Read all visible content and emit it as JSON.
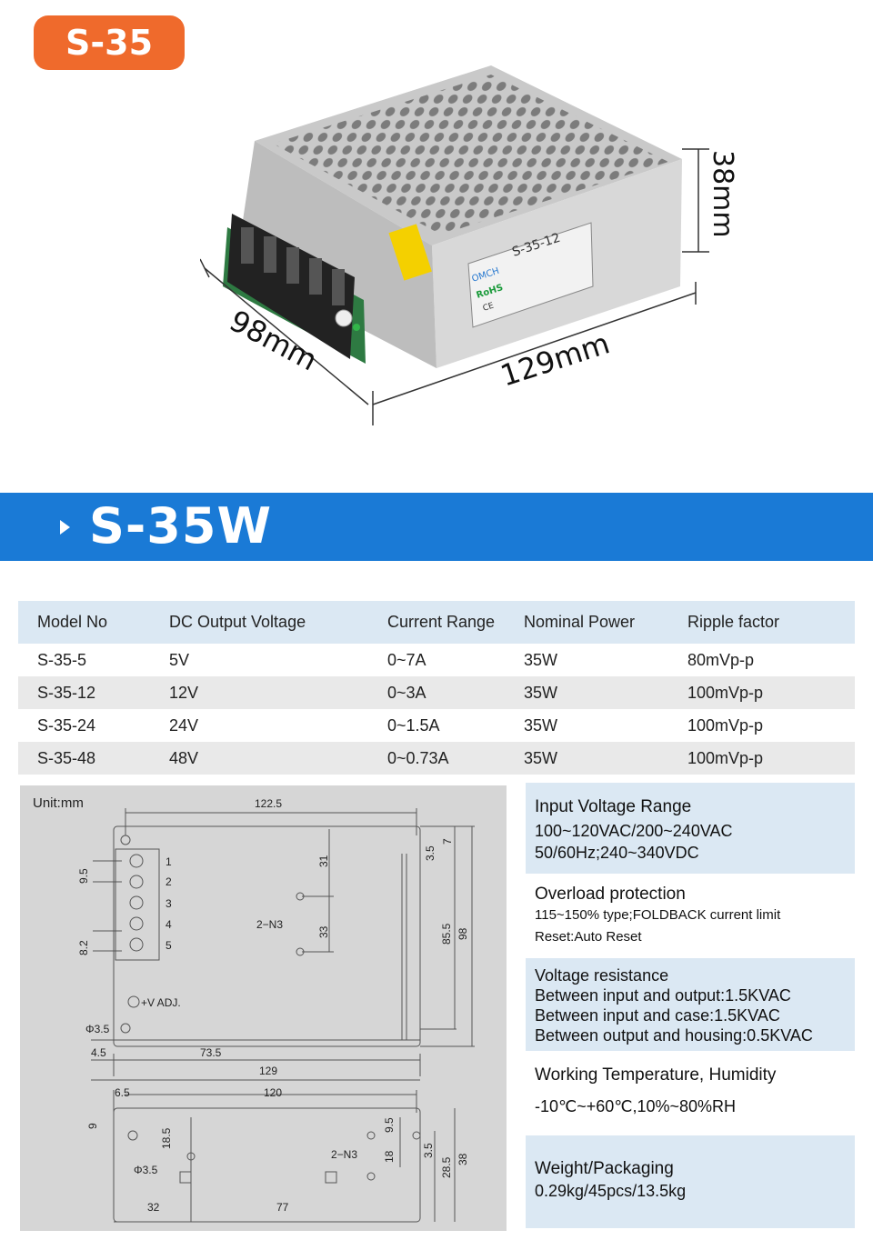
{
  "badge": "S-35",
  "product_dims": {
    "height": "38mm",
    "depth": "98mm",
    "width": "129mm"
  },
  "label": {
    "brand": "OMCH",
    "model": "S-35-12",
    "rohs": "RoHS",
    "ce": "CE"
  },
  "banner_title": "S-35W",
  "table": {
    "headers": [
      "Model No",
      "DC Output Voltage",
      "Current Range",
      "Nominal Power",
      "Ripple factor"
    ],
    "rows": [
      [
        "S-35-5",
        "5V",
        "0~7A",
        "35W",
        "80mVp-p"
      ],
      [
        "S-35-12",
        "12V",
        "0~3A",
        "35W",
        "100mVp-p"
      ],
      [
        "S-35-24",
        "24V",
        "0~1.5A",
        "35W",
        "100mVp-p"
      ],
      [
        "S-35-48",
        "48V",
        "0~0.73A",
        "35W",
        "100mVp-p"
      ]
    ]
  },
  "drawing": {
    "unit": "Unit:mm",
    "top_view": {
      "d_122_5": "122.5",
      "d_31": "31",
      "d_33": "33",
      "d_3_5": "3.5",
      "d_7": "7",
      "d_85_5": "85.5",
      "d_98": "98",
      "d_9_5": "9.5",
      "d_8_2": "8.2",
      "d_2n3": "2−N3",
      "vadj": "+V ADJ.",
      "phi": "Φ3.5",
      "d_4_5": "4.5",
      "d_73_5": "73.5",
      "d_129": "129",
      "terminals": [
        "1",
        "2",
        "3",
        "4",
        "5"
      ]
    },
    "side_view": {
      "d_6_5": "6.5",
      "d_120": "120",
      "d_9": "9",
      "d_18_5": "18.5",
      "phi": "Φ3.5",
      "d_2n3": "2−N3",
      "d_9_5": "9.5",
      "d_18": "18",
      "d_3_5": "3.5",
      "d_28_5": "28.5",
      "d_38": "38",
      "d_32": "32",
      "d_77": "77"
    }
  },
  "specs": {
    "input": {
      "title": "Input Voltage Range",
      "line1": "100~120VAC/200~240VAC",
      "line2": "50/60Hz;240~340VDC"
    },
    "overload": {
      "title": "Overload protection",
      "line1": "115~150% type;FOLDBACK current limit",
      "line2": "Reset:Auto Reset"
    },
    "voltage": {
      "title": "Voltage resistance",
      "line1": "Between input and output:1.5KVAC",
      "line2": "Between input and case:1.5KVAC",
      "line3": "Between output and housing:0.5KVAC"
    },
    "temperature": {
      "title": "Working Temperature, Humidity",
      "line1": "-10℃~+60℃,10%~80%RH"
    },
    "weight": {
      "title": "Weight/Packaging",
      "line1": "0.29kg/45pcs/13.5kg"
    }
  },
  "colors": {
    "badge": "#ef6a2c",
    "banner": "#1a7ad6",
    "light_blue": "#dbe8f3",
    "drawing_bg": "#d6d6d6"
  }
}
